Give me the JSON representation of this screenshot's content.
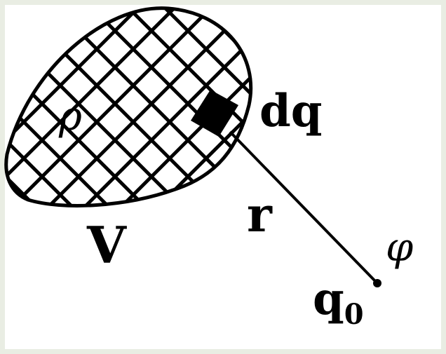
{
  "diagram": {
    "labels": {
      "density": "ρ",
      "charge_element": "dq",
      "volume": "V",
      "distance": "r",
      "potential": "φ",
      "test_charge": "q",
      "test_charge_subscript": "0"
    },
    "colors": {
      "ink": "#000000",
      "paper": "#ffffff",
      "border": "#e9ede3"
    }
  }
}
